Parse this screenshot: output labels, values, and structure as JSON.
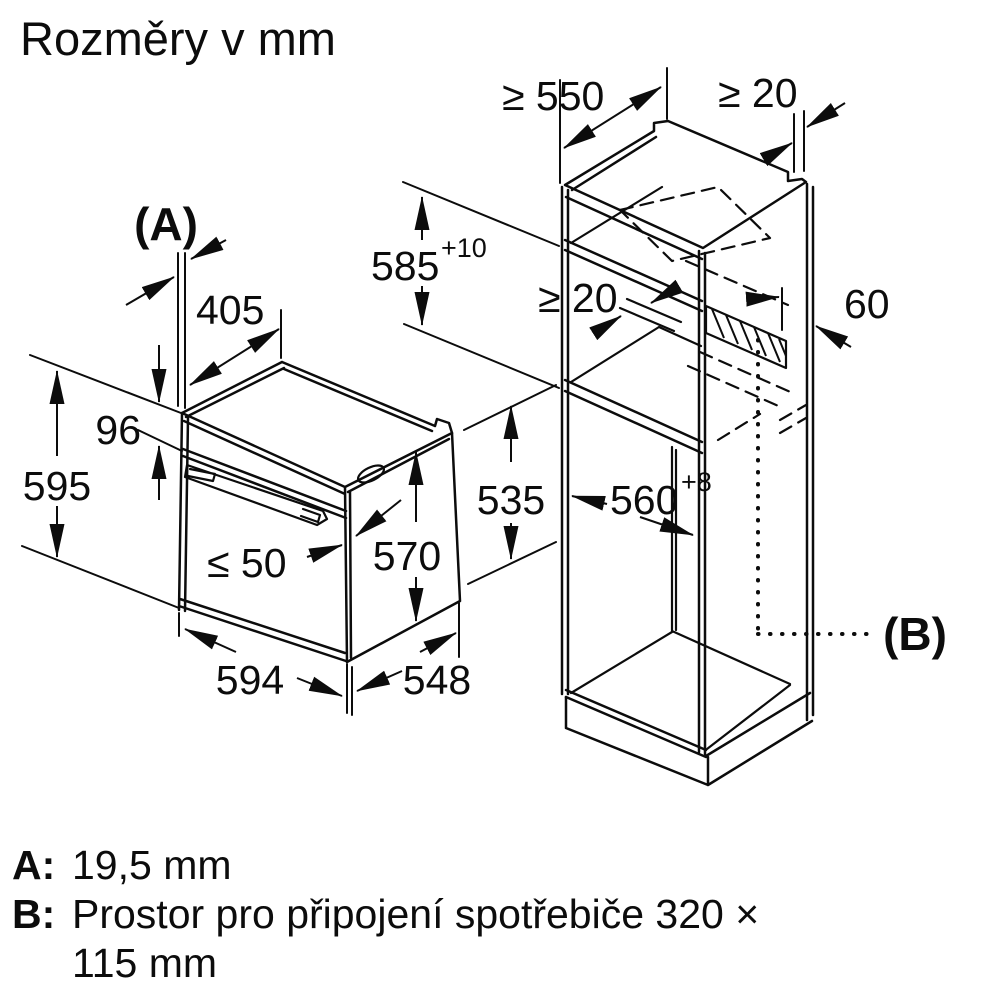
{
  "title": "Rozměry v mm",
  "colors": {
    "line": "#0c0c0c",
    "background": "#ffffff"
  },
  "oven": {
    "callout_a": "(A)",
    "dim_front_overhang_depth": "405",
    "dim_control_panel_height": "96",
    "dim_total_height": "595",
    "dim_door_protrusion": "≤ 50",
    "dim_body_height": "570",
    "dim_body_side_height": "535",
    "dim_width": "594",
    "dim_body_depth": "548"
  },
  "cabinet": {
    "dim_min_depth": "≥ 550",
    "dim_rear_gap_top": "≥ 20",
    "dim_niche_height": "585",
    "dim_niche_height_tolerance": "+10",
    "dim_rear_gap_mid": "≥ 20",
    "dim_vent_channel": "60",
    "dim_niche_width": "560",
    "dim_niche_width_tolerance": "+8",
    "callout_b": "(B)"
  },
  "legend": {
    "a_label": "A:",
    "a_value": "19,5 mm",
    "b_label": "B:",
    "b_value_line1": "Prostor pro připojení spotřebiče 320 ×",
    "b_value_line2": "115 mm"
  }
}
